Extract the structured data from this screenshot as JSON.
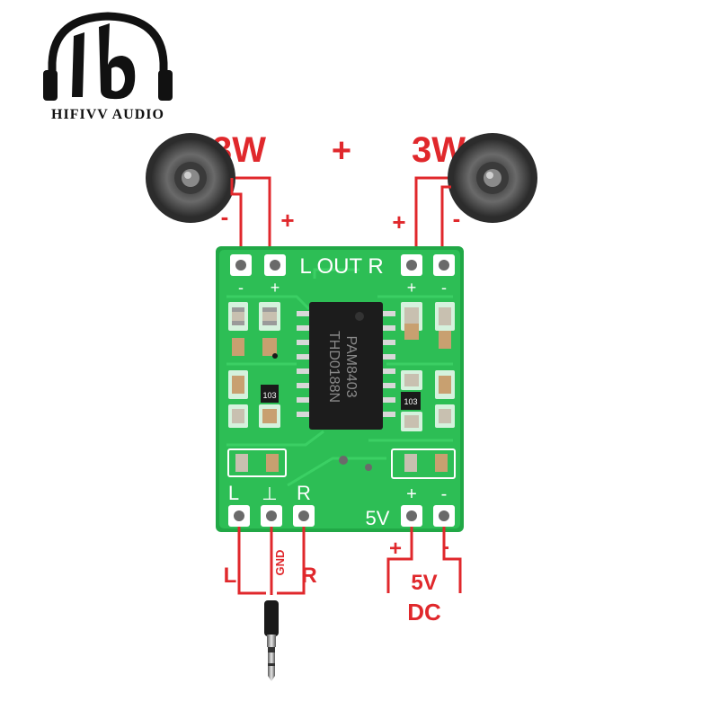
{
  "brand": {
    "name": "HIFIVV AUDIO"
  },
  "power_labels": {
    "left": "3W",
    "plus": "+",
    "right": "3W"
  },
  "speaker_terminals": {
    "left_minus": "-",
    "left_plus": "+",
    "right_plus": "+",
    "right_minus": "-"
  },
  "board": {
    "out_label": "L OUT R",
    "top_left_minus": "-",
    "top_left_plus": "+",
    "top_right_plus": "+",
    "top_right_minus": "-",
    "chip_line1": "PAM8403",
    "chip_line2": "THD0188N",
    "resistor_left": "103",
    "resistor_right": "103",
    "bottom_l": "L",
    "bottom_gnd_symbol": "⊥",
    "bottom_r": "R",
    "power_5v": "5V",
    "bottom_plus": "+",
    "bottom_minus": "-"
  },
  "input_labels": {
    "left": "L",
    "gnd": "GND",
    "right": "R"
  },
  "power_input": {
    "plus": "+",
    "minus": "-",
    "voltage": "5V",
    "type": "DC"
  },
  "colors": {
    "accent": "#e0282c",
    "pcb": "#22b14c",
    "silk": "#ffffff"
  }
}
